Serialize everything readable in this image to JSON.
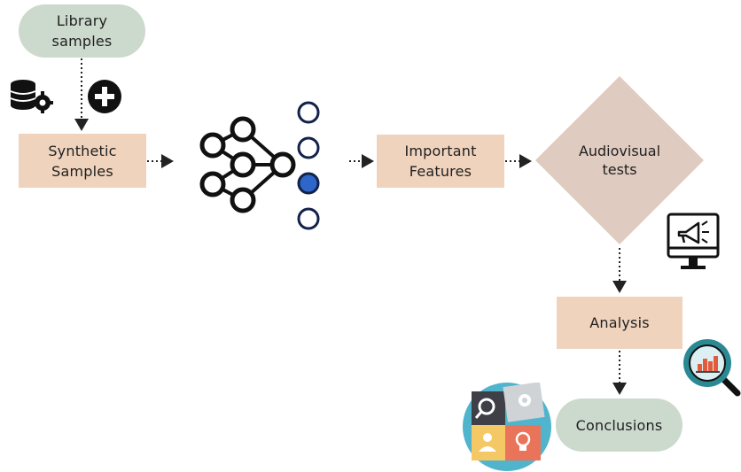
{
  "nodes": {
    "library": "Library\nsamples",
    "synthetic": "Synthetic\nSamples",
    "features": "Important\nFeatures",
    "audiovisual": "Audiovisual\ntests",
    "analysis": "Analysis",
    "conclusions": "Conclusions"
  },
  "colors": {
    "green_fill": "#ccd9cd",
    "beige_fill": "#efd3bd",
    "diamond_fill": "#dfcbc0",
    "nn_blue": "#2f66c9",
    "nn_dark": "#1a1a1a",
    "circle_navy": "#12224a"
  },
  "icons": [
    "database-gear-icon",
    "plus-circle-icon",
    "neural-network-icon",
    "output-nodes-icon",
    "audio-waveform-icon",
    "monitor-megaphone-icon",
    "magnifier-chart-icon",
    "puzzle-ideas-icon"
  ]
}
